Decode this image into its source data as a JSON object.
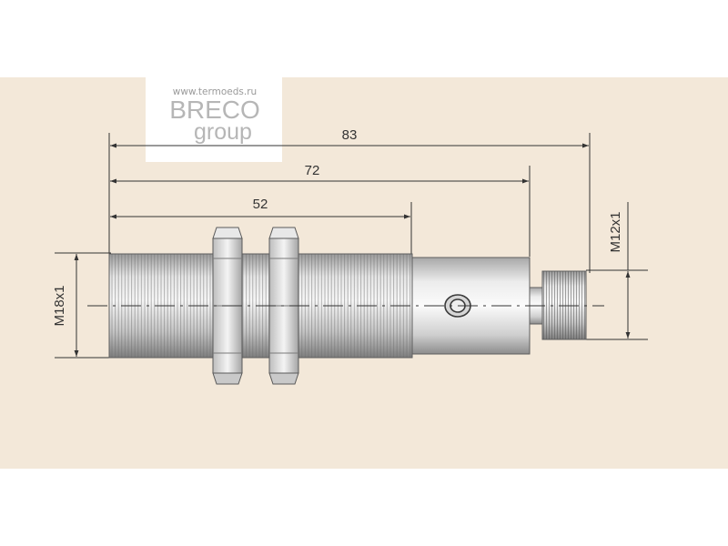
{
  "watermark": {
    "url": "www.termoeds.ru",
    "brand_line1": "BRECO",
    "brand_line2": "group"
  },
  "dimensions": {
    "overall_length": "83",
    "body_length": "72",
    "thread_length": "52",
    "main_thread": "M18x1",
    "connector_thread": "M12x1"
  },
  "colors": {
    "background_panel": "#f3e8d9",
    "metal_light": "#e9e9e9",
    "metal_dark": "#8e8e8e",
    "line": "#333333"
  }
}
